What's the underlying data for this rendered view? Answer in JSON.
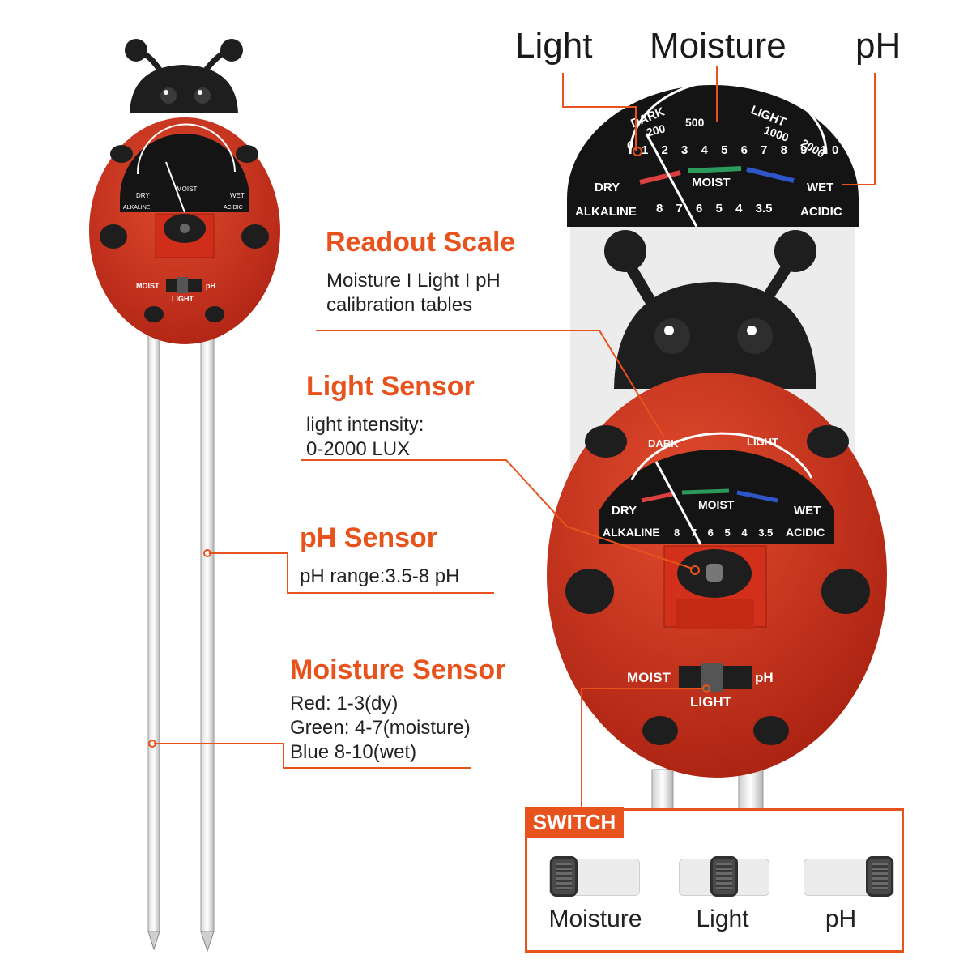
{
  "header_labels": {
    "light": "Light",
    "moisture": "Moisture",
    "ph": "pH"
  },
  "meter_scale": {
    "dark": "DARK",
    "light": "LIGHT",
    "dry": "DRY",
    "moist": "MOIST",
    "wet": "WET",
    "alkaline": "ALKALINE",
    "acidic": "ACIDIC",
    "lux_ticks": [
      "0",
      "200",
      "500",
      "1000",
      "2000"
    ],
    "moisture_ticks": [
      "1",
      "2",
      "3",
      "4",
      "5",
      "6",
      "7",
      "8",
      "9",
      "10"
    ],
    "ph_ticks": [
      "8",
      "7",
      "6",
      "5",
      "4",
      "3.5"
    ]
  },
  "device_switch": {
    "moist": "MOIST",
    "light": "LIGHT",
    "ph": "pH"
  },
  "callouts": {
    "readout": {
      "title": "Readout Scale",
      "line1": "Moisture I Light I pH",
      "line2": "calibration tables"
    },
    "light_sensor": {
      "title": "Light Sensor",
      "line1": "light intensity:",
      "line2": "0-2000 LUX"
    },
    "ph_sensor": {
      "title": "pH Sensor",
      "line1": "pH range:3.5-8 pH"
    },
    "moisture_sensor": {
      "title": "Moisture Sensor",
      "line1": "Red: 1-3(dy)",
      "line2": "Green: 4-7(moisture)",
      "line3": "Blue 8-10(wet)"
    }
  },
  "switch_panel": {
    "tag": "SWITCH",
    "options": [
      {
        "label": "Moisture",
        "position": "left"
      },
      {
        "label": "Light",
        "position": "center"
      },
      {
        "label": "pH",
        "position": "right"
      }
    ]
  },
  "colors": {
    "accent": "#e8521c",
    "body_red": "#c8301d",
    "dial_black": "#141414",
    "spot_black": "#1e1e1e",
    "zone_red": "#d94040",
    "zone_green": "#2c9a5a",
    "zone_blue": "#2f56c8"
  }
}
